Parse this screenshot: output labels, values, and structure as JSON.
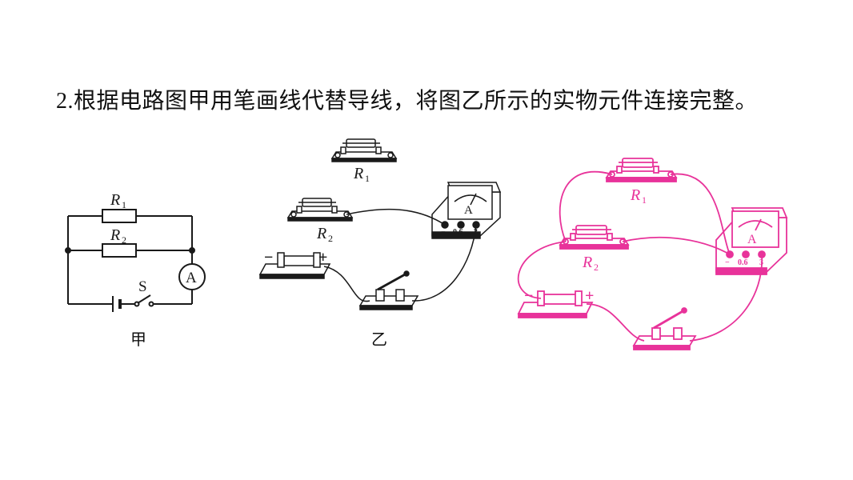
{
  "question": {
    "number": "2.",
    "text": "根据电路图甲用笔画线代替导线，将图乙所示的实物元件连接完整。"
  },
  "schematic": {
    "caption": "甲",
    "r1_label": "R",
    "r1_sub": "1",
    "r2_label": "R",
    "r2_sub": "2",
    "switch_label": "S",
    "ammeter_label": "A"
  },
  "physical": {
    "caption": "乙",
    "r1_label": "R",
    "r1_sub": "1",
    "r2_label": "R",
    "r2_sub": "2",
    "ammeter_label": "A",
    "terminal_neg": "−",
    "terminal_06": "0.6",
    "terminal_3": "3",
    "battery_neg": "−",
    "battery_pos": "+"
  },
  "answer": {
    "r1_label": "R",
    "r1_sub": "1",
    "r2_label": "R",
    "r2_sub": "2",
    "ammeter_label": "A",
    "terminal_neg": "−",
    "terminal_06": "0.6",
    "terminal_3": "3",
    "battery_neg": "−",
    "battery_pos": "+",
    "color": "#e8339a"
  },
  "colors": {
    "ink": "#1a1a1a",
    "answer": "#e8339a"
  }
}
